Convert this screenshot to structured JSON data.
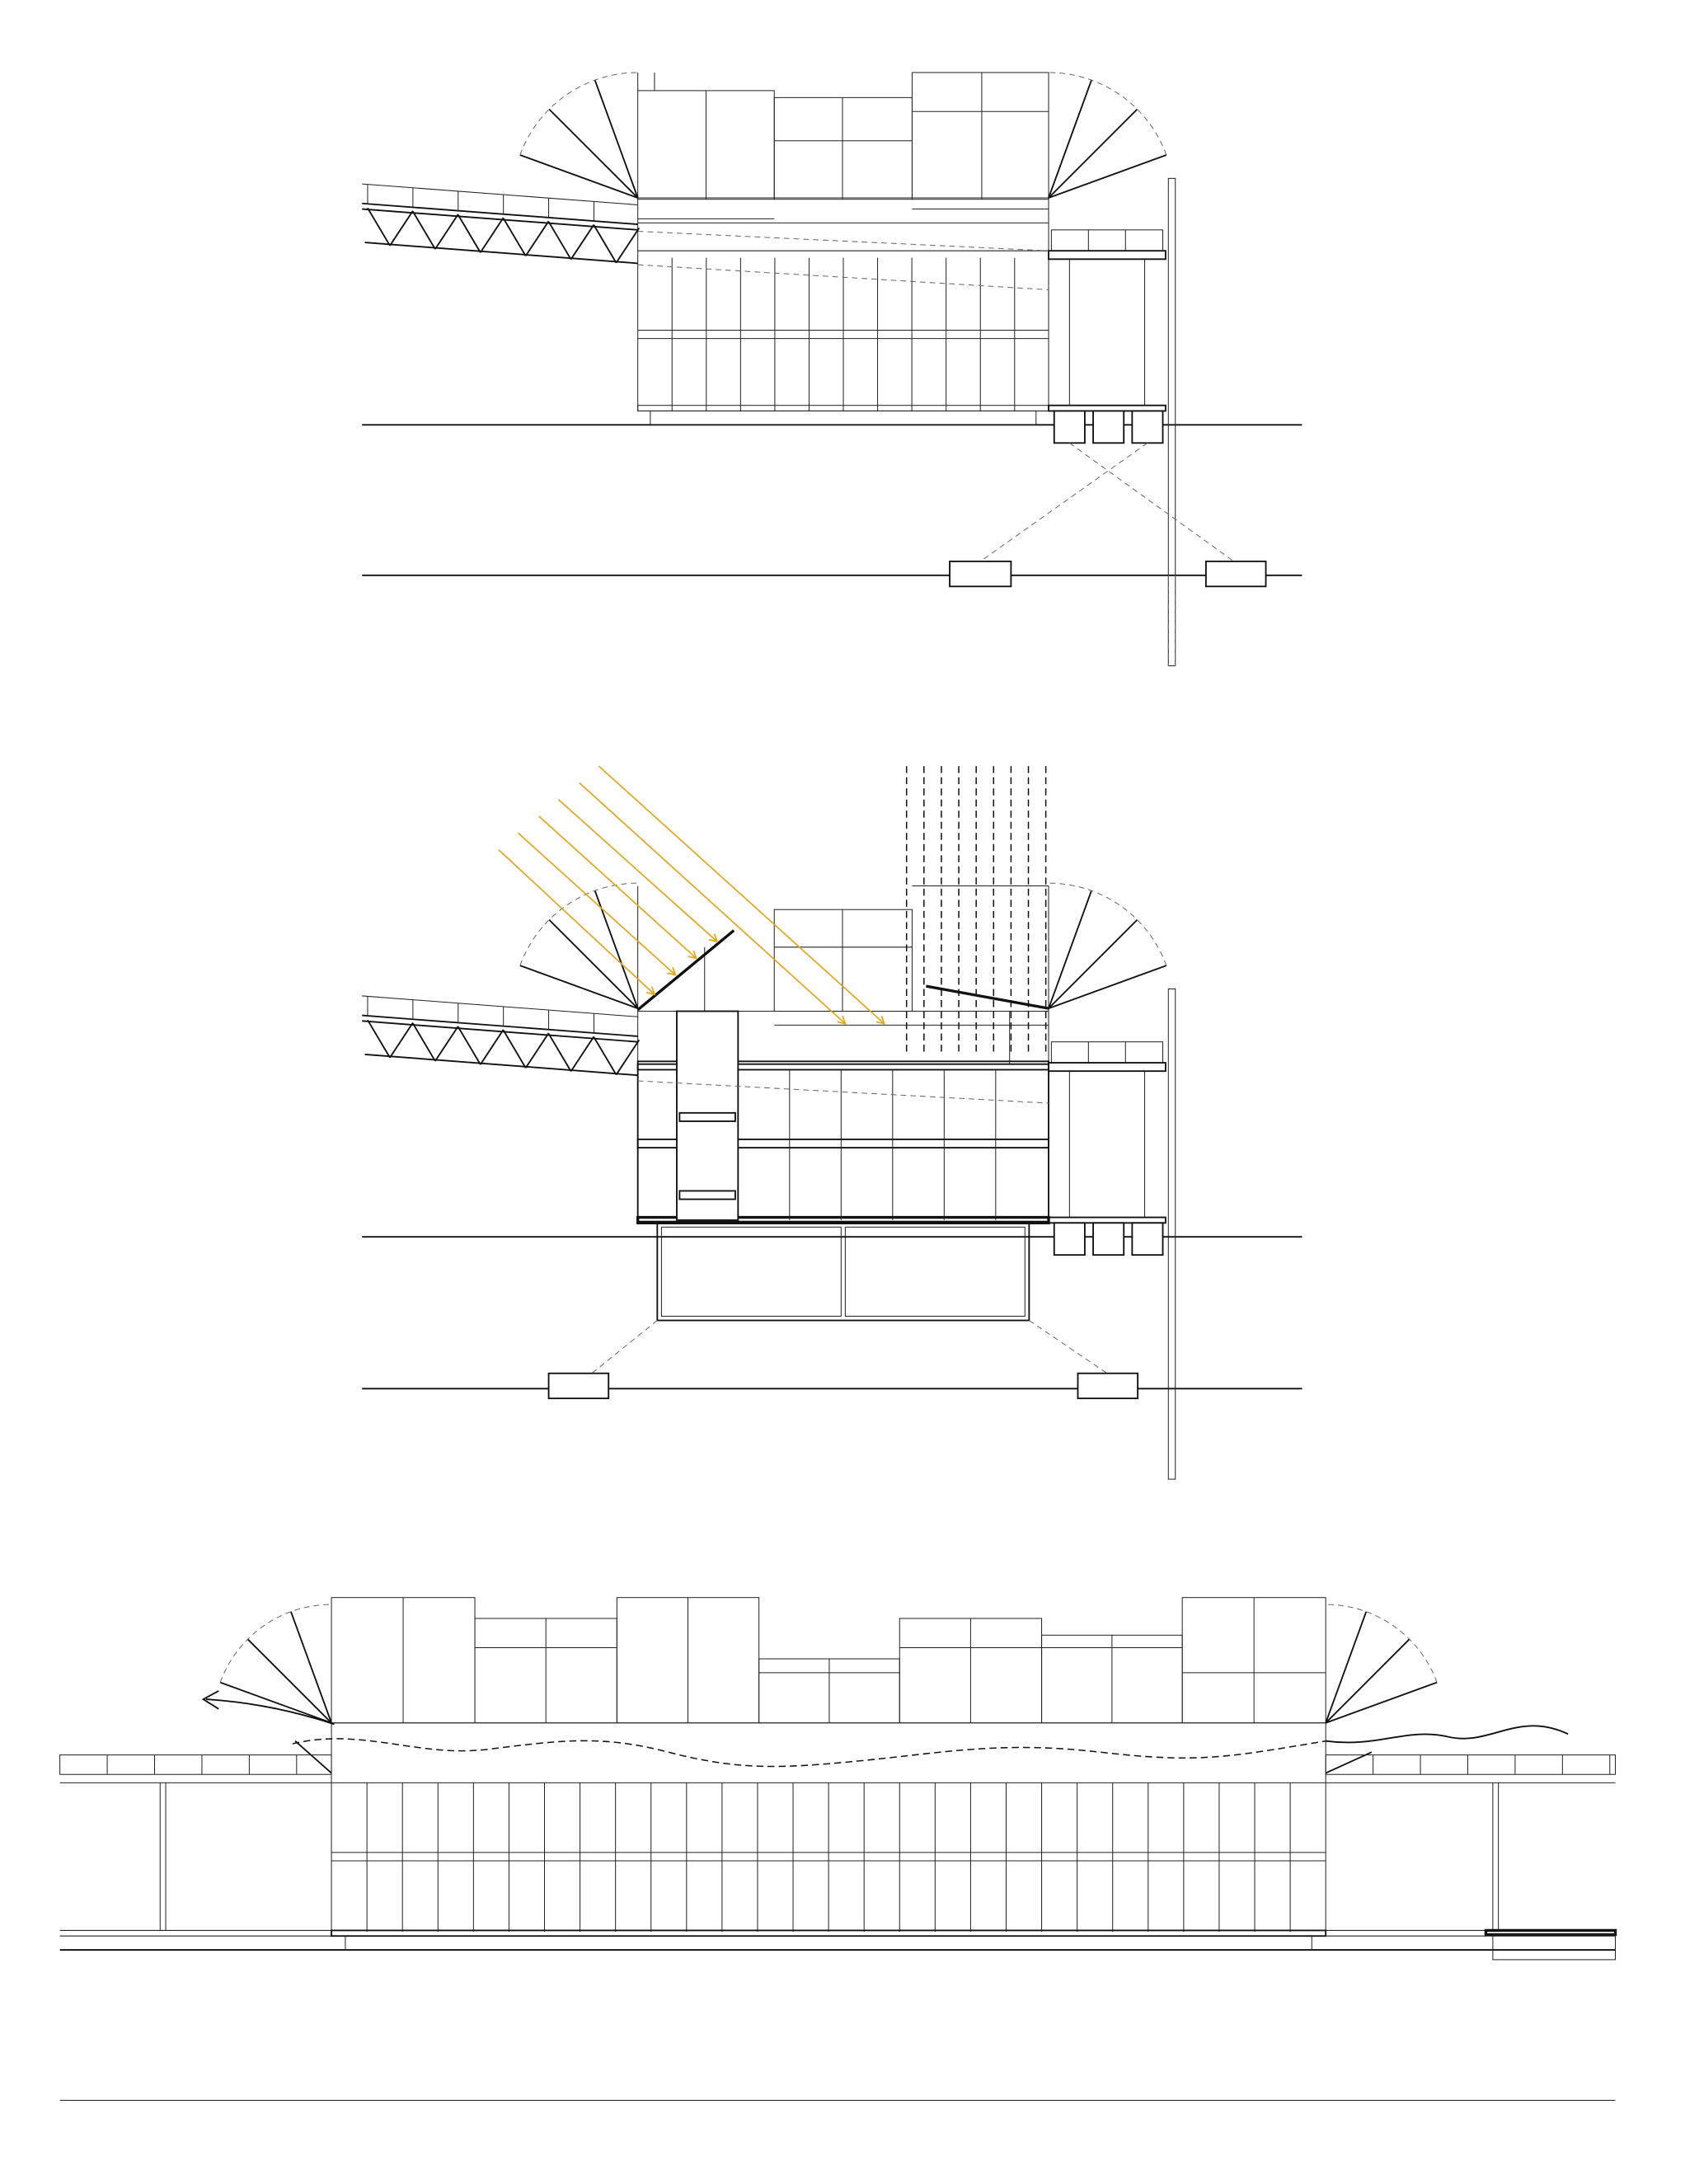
{
  "drawing": {
    "sheets": [
      "section-closed",
      "section-open-sun-rain",
      "elevation-wind"
    ]
  },
  "colors": {
    "line": "#222222",
    "sun_rays": "#e3a51c",
    "dashed": "#666666"
  }
}
